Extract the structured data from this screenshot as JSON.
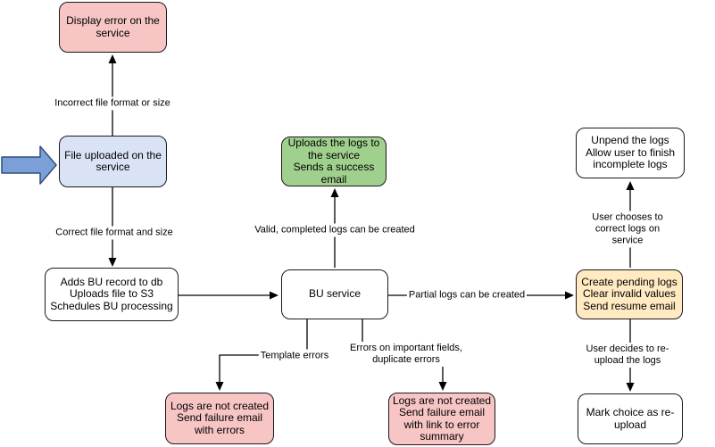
{
  "nodes": {
    "display_error": "Display error on the\nservice",
    "file_uploaded": "File uploaded on the\nservice",
    "adds_bu_record": "Adds BU record to db\nUploads file to S3\nSchedules BU processing",
    "bu_service": "BU service",
    "upload_success": "Uploads the logs to\nthe service\nSends a success\nemail",
    "unpend_logs": "Unpend the logs\nAllow user to finish\nincomplete logs",
    "create_pending": "Create pending logs\nClear invalid values\nSend resume email",
    "mark_reupload": "Mark choice as re-\nupload",
    "fail_with_errors": "Logs are not created\nSend failure email\nwith errors",
    "fail_with_summary": "Logs are not created\nSend failure email\nwith link to error\nsummary"
  },
  "edge_labels": {
    "incorrect_format": "Incorrect file format or size",
    "correct_format": "Correct file format and size",
    "valid_logs": "Valid, completed logs can be created",
    "partial_logs": "Partial logs can be created",
    "user_corrects": "User chooses to correct logs on service",
    "user_reuploads": "User decides to re-upload the logs",
    "template_errors": "Template errors",
    "important_field_errors": "Errors on important fields,\nduplicate errors"
  },
  "colors": {
    "pink_fill": "#f6c5c4",
    "blue_fill": "#dae3f5",
    "green_fill": "#a0d08d",
    "yellow_fill": "#ffeac2",
    "white_fill": "#ffffff",
    "entry_arrow_fill": "#7c9fd8",
    "entry_arrow_stroke": "#2f4f7d",
    "node_stroke": "#1a1a1a",
    "edge_stroke": "#000000"
  }
}
